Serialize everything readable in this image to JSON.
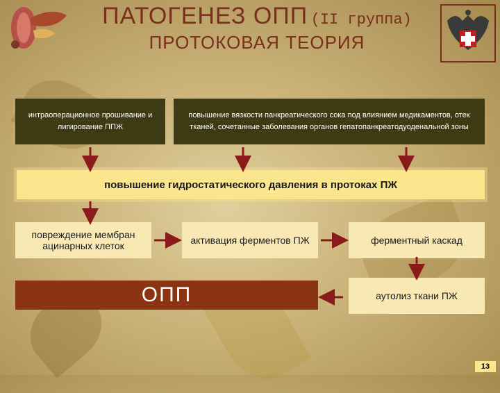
{
  "header": {
    "title_main": "ПАТОГЕНЕЗ ОПП",
    "title_sub": "(II группа)",
    "subtitle": "ПРОТОКОВАЯ ТЕОРИЯ"
  },
  "causes": [
    "интраоперационное прошивание и лигирование ППЖ",
    "повышение вязкости панкреатического сока под влиянием медикаментов, отек тканей, сочетанные заболевания органов гепатопанкреатодуоденальной зоны"
  ],
  "central": "повышение гидростатического давления в протоках ПЖ",
  "steps": {
    "membrane_damage": "повреждение мембран ацинарных клеток",
    "enzyme_activation": "активация ферментов ПЖ",
    "enzyme_cascade": "ферментный каскад",
    "autolysis": "аутолиз ткани ПЖ",
    "opp": "ОПП"
  },
  "page_number": "13",
  "colors": {
    "title": "#7a2e1c",
    "dark_box": "#3d3a14",
    "banner": "#fbe68e",
    "cream_box": "#f8e9b4",
    "opp_box": "#8a3414",
    "arrow": "#8b1a1a"
  },
  "icons": [
    "pancreas-anatomy-icon",
    "medical-emblem-icon"
  ]
}
